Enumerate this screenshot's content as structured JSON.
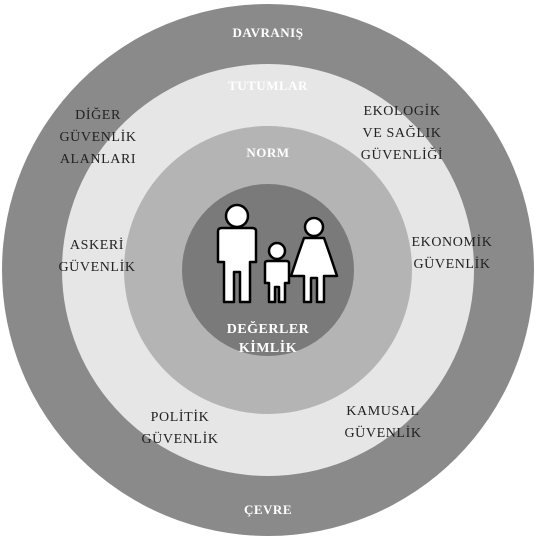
{
  "rings": {
    "outer": "DAVRANIŞ",
    "outer_bottom": "ÇEVRE",
    "second": "TUTUMLAR",
    "third": "NORM",
    "center_line1": "DEĞERLER",
    "center_line2": "KİMLİK"
  },
  "areas": {
    "other": [
      "DİĞER",
      "GÜVENLİK",
      "ALANLARI"
    ],
    "ecological": [
      "EKOLOGİK",
      "VE SAĞLIK",
      "GÜVENLİĞİ"
    ],
    "military": [
      "ASKERİ",
      "GÜVENLİK"
    ],
    "economic": [
      "EKONOMİK",
      "GÜVENLİK"
    ],
    "political": [
      "POLİTİK",
      "GÜVENLİK"
    ],
    "public": [
      "KAMUSAL",
      "GÜVENLİK"
    ]
  },
  "colors": {
    "outer_ring": "#8a8a8a",
    "second_ring": "#e6e6e6",
    "third_ring": "#b4b4b4",
    "center": "#7a7a7a",
    "family_icon": "#ffffff"
  },
  "icons": [
    "family-icon"
  ]
}
